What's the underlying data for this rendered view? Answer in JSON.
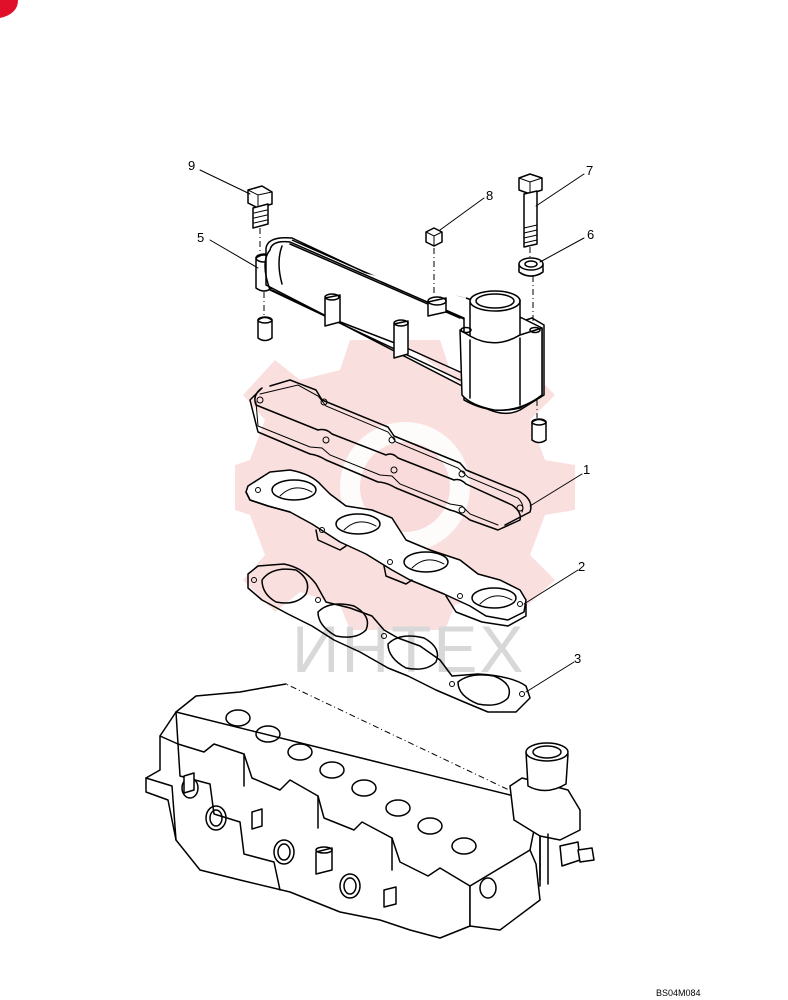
{
  "diagram": {
    "callouts": [
      {
        "id": "1",
        "label": "1"
      },
      {
        "id": "2",
        "label": "2"
      },
      {
        "id": "3",
        "label": "3"
      },
      {
        "id": "5",
        "label": "5"
      },
      {
        "id": "6",
        "label": "6"
      },
      {
        "id": "7",
        "label": "7"
      },
      {
        "id": "8",
        "label": "8"
      },
      {
        "id": "9",
        "label": "9"
      }
    ],
    "drawing_code": "BS04M084",
    "watermark_text": "ИНТЕХ"
  },
  "colors": {
    "line": "#000000",
    "watermark_logo": "#f4b3b3",
    "watermark_text": "#d8d8d8",
    "corner_mark": "#e0102a"
  }
}
